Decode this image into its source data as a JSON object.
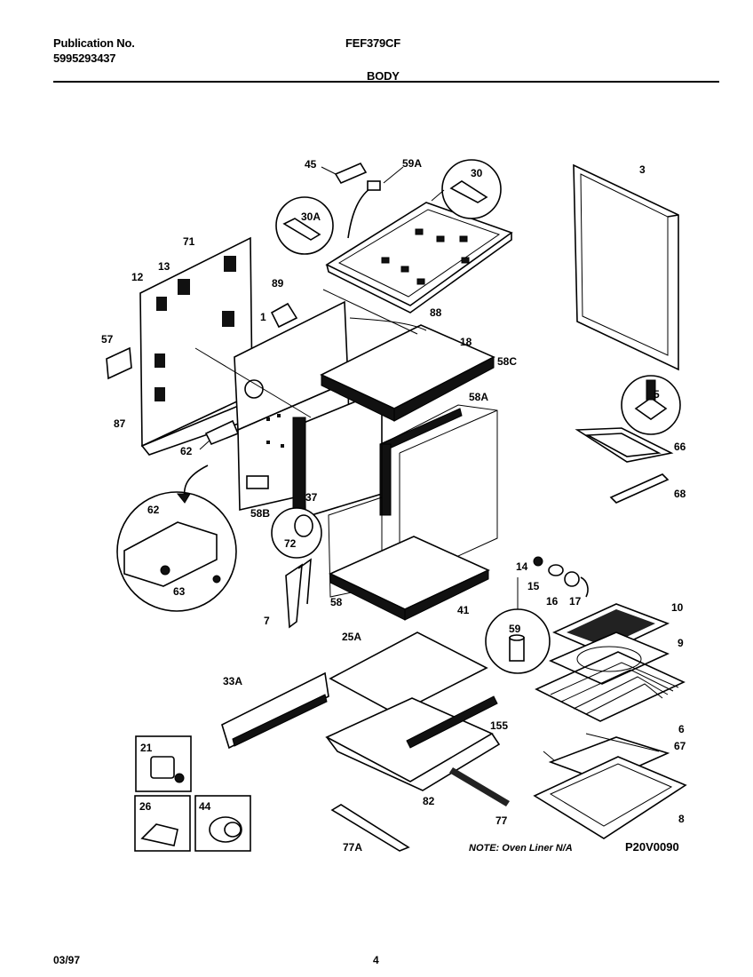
{
  "header": {
    "publication_label": "Publication No.",
    "publication_number": "5995293437",
    "model": "FEF379CF",
    "section": "BODY"
  },
  "parts": {
    "p3": "3",
    "p5": "5",
    "p6": "6",
    "p7": "7",
    "p8": "8",
    "p9": "9",
    "p10": "10",
    "p12": "12",
    "p13": "13",
    "p14": "14",
    "p15": "15",
    "p16": "16",
    "p17": "17",
    "p18": "18",
    "p21": "21",
    "p26": "26",
    "p25A": "25A",
    "p30": "30",
    "p30A": "30A",
    "p33A": "33A",
    "p37": "37",
    "p41": "41",
    "p44": "44",
    "p45": "45",
    "p57": "57",
    "p58": "58",
    "p58A": "58A",
    "p58B": "58B",
    "p58C": "58C",
    "p59": "59",
    "p59A": "59A",
    "p62a": "62",
    "p62b": "62",
    "p63": "63",
    "p66": "66",
    "p67": "67",
    "p68": "68",
    "p71": "71",
    "p72": "72",
    "p77": "77",
    "p77A": "77A",
    "p82": "82",
    "p87": "87",
    "p88": "88",
    "p89": "89",
    "p1": "1",
    "p155": "155"
  },
  "note": "NOTE: Oven Liner N/A",
  "drawing_code": "P20V0090",
  "footer": {
    "date": "03/97",
    "page": "4"
  }
}
